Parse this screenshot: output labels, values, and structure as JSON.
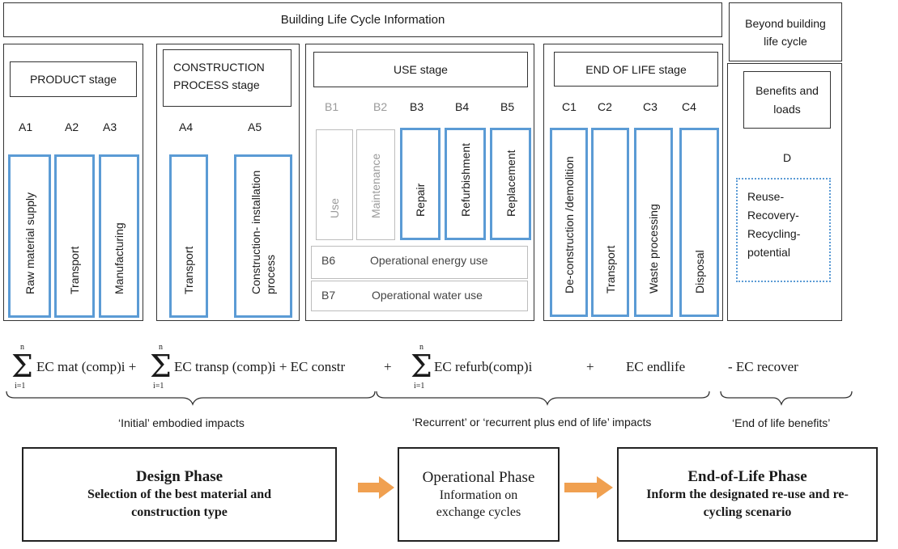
{
  "header": {
    "title": "Building Life Cycle Information",
    "beyond": "Beyond building life cycle"
  },
  "stages": {
    "product": {
      "title": "PRODUCT stage",
      "codes": [
        "A1",
        "A2",
        "A3"
      ],
      "modules": [
        "Raw material supply",
        "Transport",
        "Manufacturing"
      ]
    },
    "construction": {
      "title": "CONSTRUCTION PROCESS stage",
      "codes": [
        "A4",
        "A5"
      ],
      "modules": [
        "Transport",
        "Construction- installation process"
      ]
    },
    "use": {
      "title": "USE stage",
      "codes": [
        "B1",
        "B2",
        "B3",
        "B4",
        "B5"
      ],
      "modules": [
        "Use",
        "Maintenance",
        "Repair",
        "Refurbishment",
        "Replacement"
      ],
      "b6_code": "B6",
      "b6_label": "Operational energy use",
      "b7_code": "B7",
      "b7_label": "Operational water use"
    },
    "end_of_life": {
      "title": "END OF LIFE stage",
      "codes": [
        "C1",
        "C2",
        "C3",
        "C4"
      ],
      "modules": [
        "De-construction /demolition",
        "Transport",
        "Waste processing",
        "Disposal"
      ]
    },
    "beyond": {
      "title": "Benefits and loads",
      "code": "D",
      "module": "Reuse- Recovery- Recycling- potential"
    }
  },
  "formula": {
    "sum_top": "n",
    "sum_bottom": "i=1",
    "term1": "EC mat (comp)i +",
    "term2": "EC transp (comp)i + EC constr",
    "plus1": "+",
    "term3": "EC refurb(comp)i",
    "plus2": "+",
    "term4": "EC endlife",
    "term5": "- EC recover"
  },
  "braces": {
    "initial": "‘Initial’ embodied impacts",
    "recurrent": "‘Recurrent’ or ‘recurrent plus end of life’ impacts",
    "benefits": "‘End of life benefits’"
  },
  "phases": {
    "design": {
      "title": "Design Phase",
      "text": "Selection of the best material and construction type"
    },
    "operational": {
      "title": "Operational Phase",
      "text": "Information on exchange cycles"
    },
    "end_of_life": {
      "title": "End-of-Life Phase",
      "text": "Inform the designated re-use and re-cycling scenario"
    }
  },
  "colors": {
    "module_border": "#5b9bd5",
    "arrow": "#f0a050",
    "grey_module": "#bdbdbd"
  }
}
